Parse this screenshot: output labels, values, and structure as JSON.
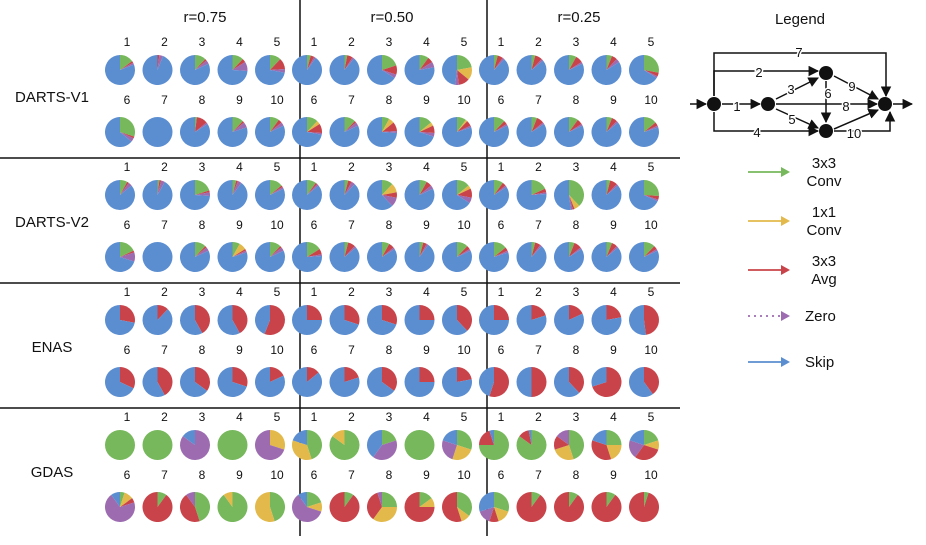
{
  "chart_data": {
    "type": "pie",
    "colors": {
      "conv3x3": "#77b85c",
      "conv1x1": "#e2b94a",
      "avg3x3": "#c9444a",
      "zero": "#9c6bb0",
      "skip": "#5b8ed1"
    },
    "column_headers": [
      "r=0.75",
      "r=0.50",
      "r=0.25"
    ],
    "row_labels": [
      "DARTS-V1",
      "DARTS-V2",
      "ENAS",
      "GDAS"
    ],
    "edge_labels": [
      "1",
      "2",
      "3",
      "4",
      "5",
      "6",
      "7",
      "8",
      "9",
      "10"
    ],
    "legend": {
      "title": "Legend",
      "items": [
        {
          "key": "conv3x3",
          "line1": "3x3",
          "line2": "Conv",
          "dotted": false
        },
        {
          "key": "conv1x1",
          "line1": "1x1",
          "line2": "Conv",
          "dotted": false
        },
        {
          "key": "avg3x3",
          "line1": "3x3",
          "line2": "Avg",
          "dotted": false
        },
        {
          "key": "zero",
          "line1": "Zero",
          "line2": "",
          "dotted": true
        },
        {
          "key": "skip",
          "line1": "Skip",
          "line2": "",
          "dotted": false
        }
      ],
      "graph_edge_labels": [
        "1",
        "2",
        "3",
        "4",
        "5",
        "6",
        "7",
        "8",
        "9",
        "10"
      ]
    },
    "slice_order": [
      "conv3x3",
      "conv1x1",
      "avg3x3",
      "zero",
      "skip"
    ],
    "pies": {
      "DARTS-V1": [
        [
          [
            0.15,
            0,
            0.02,
            0.02,
            0.81
          ],
          [
            0,
            0,
            0.02,
            0.04,
            0.94
          ],
          [
            0.12,
            0,
            0.02,
            0.04,
            0.82
          ],
          [
            0.12,
            0,
            0.04,
            0.1,
            0.74
          ],
          [
            0.12,
            0,
            0.12,
            0.04,
            0.72
          ],
          [
            0.3,
            0,
            0.02,
            0.04,
            0.64
          ],
          [
            0,
            0,
            0,
            0,
            1
          ],
          [
            0.02,
            0,
            0.12,
            0.02,
            0.84
          ],
          [
            0.12,
            0,
            0.02,
            0.06,
            0.8
          ],
          [
            0.1,
            0,
            0.04,
            0.04,
            0.82
          ]
        ],
        [
          [
            0.04,
            0,
            0.04,
            0.02,
            0.9
          ],
          [
            0.03,
            0,
            0.06,
            0.02,
            0.89
          ],
          [
            0.2,
            0,
            0.1,
            0.04,
            0.66
          ],
          [
            0.1,
            0,
            0.06,
            0.06,
            0.78
          ],
          [
            0.22,
            0.14,
            0.12,
            0.04,
            0.48
          ],
          [
            0.12,
            0.04,
            0.1,
            0.02,
            0.72
          ],
          [
            0.12,
            0,
            0.02,
            0.04,
            0.82
          ],
          [
            0.08,
            0.06,
            0.1,
            0.02,
            0.74
          ],
          [
            0.14,
            0.04,
            0.08,
            0.04,
            0.7
          ],
          [
            0.1,
            0.02,
            0.06,
            0.02,
            0.8
          ]
        ],
        [
          [
            0.04,
            0,
            0.06,
            0.02,
            0.88
          ],
          [
            0.04,
            0,
            0.08,
            0.02,
            0.86
          ],
          [
            0.08,
            0,
            0.08,
            0.02,
            0.82
          ],
          [
            0.06,
            0,
            0.06,
            0.04,
            0.84
          ],
          [
            0.28,
            0,
            0.04,
            0.02,
            0.66
          ],
          [
            0.12,
            0,
            0.04,
            0.02,
            0.82
          ],
          [
            0.06,
            0,
            0.08,
            0.02,
            0.84
          ],
          [
            0.1,
            0,
            0.06,
            0.02,
            0.82
          ],
          [
            0.06,
            0,
            0.06,
            0.02,
            0.86
          ],
          [
            0.14,
            0,
            0.04,
            0.02,
            0.8
          ]
        ]
      ],
      "DARTS-V2": [
        [
          [
            0.08,
            0,
            0.02,
            0.04,
            0.86
          ],
          [
            0.02,
            0,
            0.02,
            0.04,
            0.92
          ],
          [
            0.2,
            0,
            0.02,
            0.04,
            0.74
          ],
          [
            0.04,
            0,
            0.02,
            0.04,
            0.9
          ],
          [
            0.14,
            0,
            0.02,
            0.02,
            0.82
          ],
          [
            0.18,
            0,
            0.02,
            0.1,
            0.7
          ],
          [
            0,
            0,
            0,
            0,
            1
          ],
          [
            0.12,
            0,
            0.02,
            0.04,
            0.82
          ],
          [
            0.08,
            0.08,
            0.02,
            0.02,
            0.8
          ],
          [
            0.12,
            0,
            0.02,
            0.04,
            0.82
          ]
        ],
        [
          [
            0.1,
            0,
            0.02,
            0.02,
            0.86
          ],
          [
            0.04,
            0,
            0.04,
            0.04,
            0.88
          ],
          [
            0.12,
            0.1,
            0.06,
            0.1,
            0.62
          ],
          [
            0.08,
            0,
            0.06,
            0.04,
            0.82
          ],
          [
            0.14,
            0.04,
            0.1,
            0.06,
            0.66
          ],
          [
            0.16,
            0,
            0.06,
            0.02,
            0.76
          ],
          [
            0.04,
            0,
            0.08,
            0.02,
            0.86
          ],
          [
            0.08,
            0,
            0.06,
            0.02,
            0.84
          ],
          [
            0.04,
            0,
            0.04,
            0.02,
            0.9
          ],
          [
            0.12,
            0,
            0.04,
            0.02,
            0.82
          ]
        ],
        [
          [
            0.1,
            0,
            0.04,
            0.02,
            0.84
          ],
          [
            0.18,
            0,
            0.04,
            0.02,
            0.76
          ],
          [
            0.38,
            0.06,
            0.02,
            0.02,
            0.52
          ],
          [
            0.04,
            0,
            0.08,
            0.02,
            0.86
          ],
          [
            0.26,
            0,
            0.04,
            0.02,
            0.68
          ],
          [
            0.14,
            0,
            0.04,
            0.02,
            0.8
          ],
          [
            0.04,
            0,
            0.06,
            0.02,
            0.88
          ],
          [
            0.06,
            0,
            0.08,
            0.02,
            0.84
          ],
          [
            0.06,
            0,
            0.06,
            0.02,
            0.86
          ],
          [
            0.12,
            0,
            0.04,
            0.02,
            0.82
          ]
        ]
      ],
      "ENAS": [
        [
          [
            0,
            0,
            0.28,
            0,
            0.72
          ],
          [
            0,
            0,
            0.12,
            0,
            0.88
          ],
          [
            0,
            0,
            0.42,
            0,
            0.58
          ],
          [
            0,
            0,
            0.42,
            0,
            0.58
          ],
          [
            0,
            0,
            0.56,
            0,
            0.44
          ],
          [
            0,
            0,
            0.32,
            0,
            0.68
          ],
          [
            0,
            0,
            0.42,
            0,
            0.58
          ],
          [
            0,
            0,
            0.35,
            0,
            0.65
          ],
          [
            0,
            0,
            0.3,
            0,
            0.7
          ],
          [
            0,
            0,
            0.18,
            0,
            0.82
          ]
        ],
        [
          [
            0,
            0,
            0.25,
            0,
            0.75
          ],
          [
            0,
            0,
            0.3,
            0,
            0.7
          ],
          [
            0,
            0,
            0.3,
            0,
            0.7
          ],
          [
            0,
            0,
            0.25,
            0,
            0.75
          ],
          [
            0,
            0,
            0.38,
            0,
            0.62
          ],
          [
            0,
            0,
            0.14,
            0,
            0.86
          ],
          [
            0,
            0,
            0.2,
            0,
            0.8
          ],
          [
            0,
            0,
            0.35,
            0,
            0.65
          ],
          [
            0,
            0,
            0.25,
            0,
            0.75
          ],
          [
            0,
            0,
            0.22,
            0,
            0.78
          ]
        ],
        [
          [
            0,
            0,
            0.25,
            0,
            0.75
          ],
          [
            0,
            0,
            0.2,
            0,
            0.8
          ],
          [
            0,
            0,
            0.18,
            0,
            0.82
          ],
          [
            0,
            0,
            0.22,
            0,
            0.78
          ],
          [
            0,
            0,
            0.48,
            0,
            0.52
          ],
          [
            0,
            0,
            0.55,
            0,
            0.45
          ],
          [
            0,
            0,
            0.5,
            0,
            0.5
          ],
          [
            0,
            0,
            0.38,
            0,
            0.62
          ],
          [
            0,
            0,
            0.7,
            0,
            0.3
          ],
          [
            0,
            0,
            0.4,
            0,
            0.6
          ]
        ]
      ],
      "GDAS": [
        [
          [
            1,
            0,
            0,
            0,
            0
          ],
          [
            1,
            0,
            0,
            0,
            0
          ],
          [
            0,
            0,
            0,
            0.85,
            0.15
          ],
          [
            1,
            0,
            0,
            0,
            0
          ],
          [
            0,
            0.3,
            0,
            0.7,
            0
          ]
        ],
        [
          [
            0.45,
            0.35,
            0,
            0,
            0.2
          ],
          [
            0.85,
            0.15,
            0,
            0,
            0
          ],
          [
            0.2,
            0,
            0,
            0.4,
            0.4
          ],
          [
            1,
            0,
            0,
            0,
            0
          ],
          [
            0.3,
            0.25,
            0,
            0.25,
            0.2
          ]
        ],
        [
          [
            0.75,
            0,
            0.2,
            0,
            0.05
          ],
          [
            0.85,
            0,
            0.12,
            0,
            0.03
          ],
          [
            0.45,
            0.25,
            0.15,
            0.15,
            0
          ]
        ]
      ],
      "GDAS_bottom": [
        [
          [
            0.05,
            0.1,
            0.05,
            0.7,
            0.1
          ],
          [
            0.1,
            0,
            0.9,
            0,
            0
          ],
          [
            0.45,
            0,
            0.45,
            0.1,
            0
          ],
          [
            0.9,
            0.1,
            0,
            0,
            0
          ],
          [
            0.45,
            0.55,
            0,
            0,
            0
          ]
        ],
        [
          [
            0.2,
            0.1,
            0,
            0.6,
            0.1
          ],
          [
            0.1,
            0,
            0.9,
            0,
            0
          ],
          [
            0.25,
            0.35,
            0.35,
            0.05,
            0
          ],
          [
            0.15,
            0.1,
            0.75,
            0,
            0
          ],
          [
            0.35,
            0.1,
            0.55,
            0,
            0
          ]
        ],
        [
          [
            0.3,
            0.15,
            0.1,
            0.15,
            0.3
          ],
          [
            0.1,
            0,
            0.9,
            0,
            0
          ],
          [
            0.1,
            0,
            0.9,
            0,
            0
          ],
          [
            0.1,
            0,
            0.9,
            0,
            0
          ],
          [
            0.05,
            0,
            0.95,
            0,
            0
          ]
        ]
      ],
      "GDAS_top_rest": [
        [
          [
            0,
            0,
            0,
            0,
            0
          ]
        ],
        [
          [
            0,
            0,
            0,
            0,
            0
          ]
        ],
        [
          [
            0.25,
            0.2,
            0.35,
            0,
            0.2
          ],
          [
            0.2,
            0.1,
            0.3,
            0.2,
            0.2
          ]
        ]
      ]
    }
  }
}
